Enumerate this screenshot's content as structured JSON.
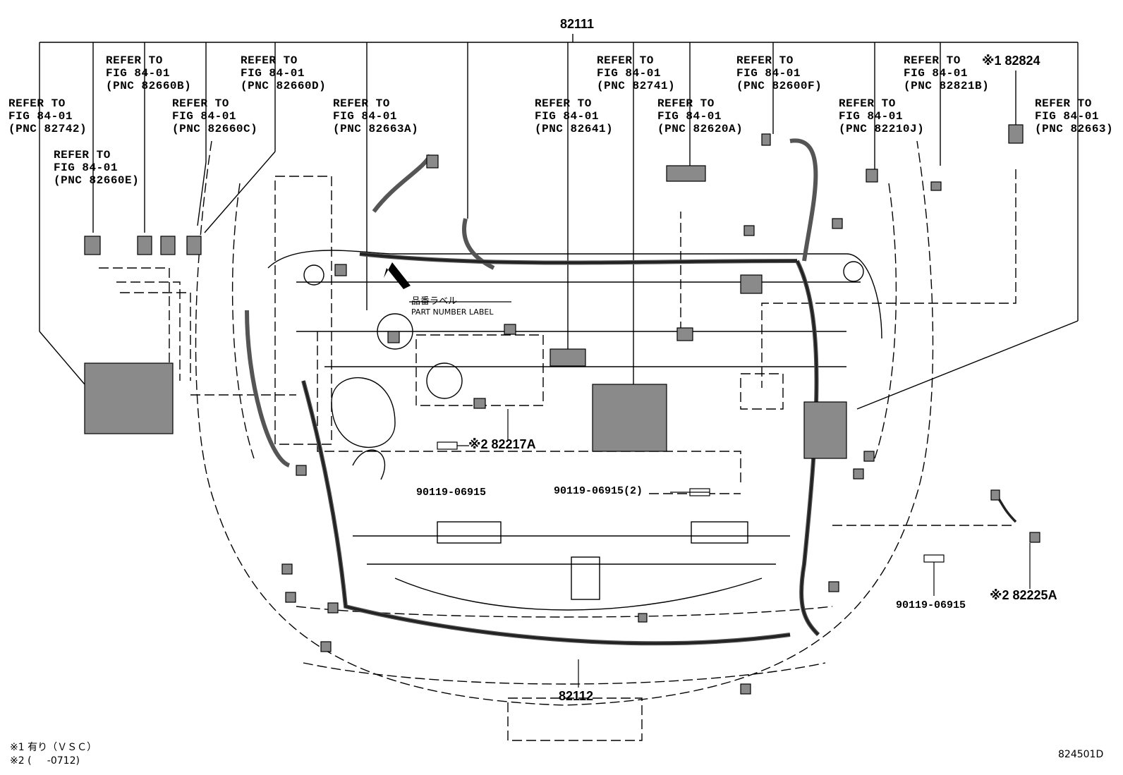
{
  "top_part": "82111",
  "bottom_part": "82112",
  "refers": [
    {
      "title": "REFER TO",
      "fig": "FIG 84-01",
      "pnc": "(PNC 82742)"
    },
    {
      "title": "REFER TO",
      "fig": "FIG 84-01",
      "pnc": "(PNC 82660E)"
    },
    {
      "title": "REFER TO",
      "fig": "FIG 84-01",
      "pnc": "(PNC 82660B)"
    },
    {
      "title": "REFER TO",
      "fig": "FIG 84-01",
      "pnc": "(PNC 82660C)"
    },
    {
      "title": "REFER TO",
      "fig": "FIG 84-01",
      "pnc": "(PNC 82660D)"
    },
    {
      "title": "REFER TO",
      "fig": "FIG 84-01",
      "pnc": "(PNC 82663A)"
    },
    {
      "title": "REFER TO",
      "fig": "FIG 84-01",
      "pnc": "(PNC 82641)"
    },
    {
      "title": "REFER TO",
      "fig": "FIG 84-01",
      "pnc": "(PNC 82741)"
    },
    {
      "title": "REFER TO",
      "fig": "FIG 84-01",
      "pnc": "(PNC 82620A)"
    },
    {
      "title": "REFER TO",
      "fig": "FIG 84-01",
      "pnc": "(PNC 82600F)"
    },
    {
      "title": "REFER TO",
      "fig": "FIG 84-01",
      "pnc": "(PNC 82210J)"
    },
    {
      "title": "REFER TO",
      "fig": "FIG 84-01",
      "pnc": "(PNC 82821B)"
    },
    {
      "title": "REFER TO",
      "fig": "FIG 84-01",
      "pnc": "(PNC 82663)"
    }
  ],
  "part_82824": "※1 82824",
  "part_82217A": "※2 82217A",
  "part_82225A": "※2 82225A",
  "bolt_a": "90119-06915",
  "bolt_b": "90119-06915(2)",
  "bolt_c": "90119-06915",
  "label_jp": "品番ラベル",
  "label_en": "PART NUMBER LABEL",
  "note1": "※1 有り（ＶＳＣ）",
  "note2": "※2 (     -0712)",
  "figure_code": "824501D"
}
